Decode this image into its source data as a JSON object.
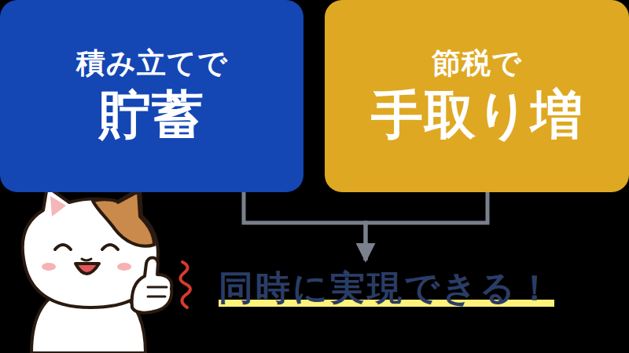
{
  "diagram": {
    "nodes": [
      {
        "text": [
          "積み立てで",
          "貯蓄"
        ]
      },
      {
        "text": [
          "節税で",
          "手取り増"
        ]
      },
      {
        "text": [
          "同時に実現できる！"
        ]
      }
    ],
    "edges": [
      {
        "from": 0,
        "to": 2,
        "arrow": "to"
      },
      {
        "from": 1,
        "to": 2,
        "arrow": "to"
      }
    ]
  }
}
